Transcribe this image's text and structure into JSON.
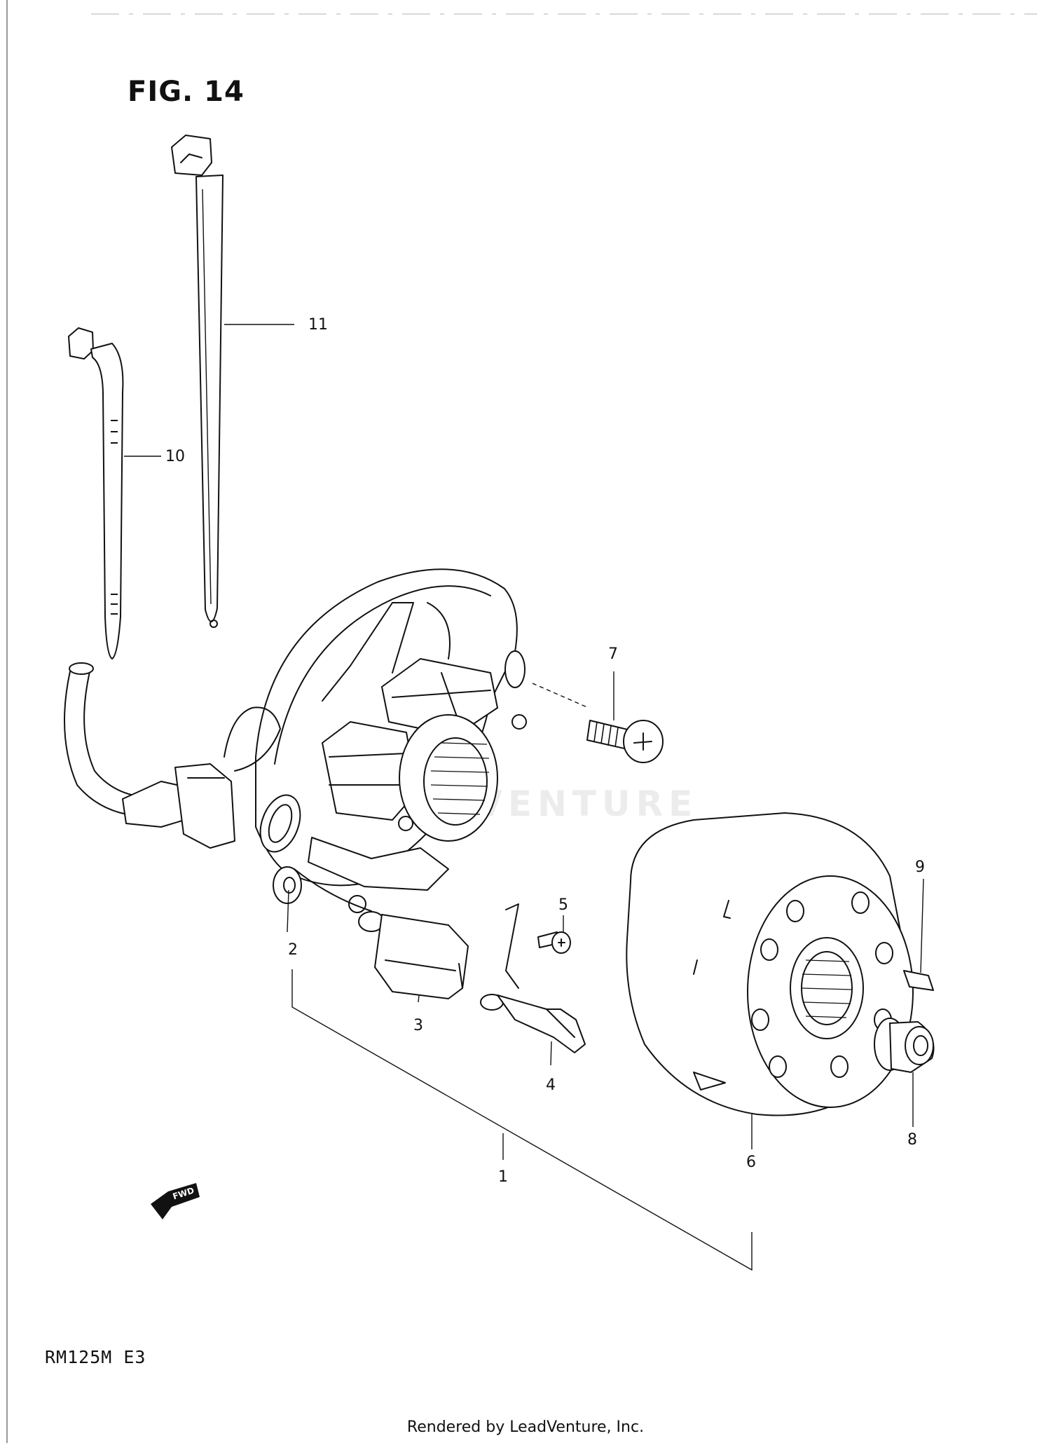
{
  "figure": {
    "title": "FIG. 14",
    "model": "RM125M  E3",
    "footer": "Rendered by LeadVenture, Inc.",
    "watermark": "LEADVENTURE",
    "direction_badge": "FWD"
  },
  "callouts": [
    {
      "id": "1",
      "label": "1"
    },
    {
      "id": "2",
      "label": "2"
    },
    {
      "id": "3",
      "label": "3"
    },
    {
      "id": "4",
      "label": "4"
    },
    {
      "id": "5",
      "label": "5"
    },
    {
      "id": "6",
      "label": "6"
    },
    {
      "id": "7",
      "label": "7"
    },
    {
      "id": "8",
      "label": "8"
    },
    {
      "id": "9",
      "label": "9"
    },
    {
      "id": "10",
      "label": "10"
    },
    {
      "id": "11",
      "label": "11"
    }
  ]
}
